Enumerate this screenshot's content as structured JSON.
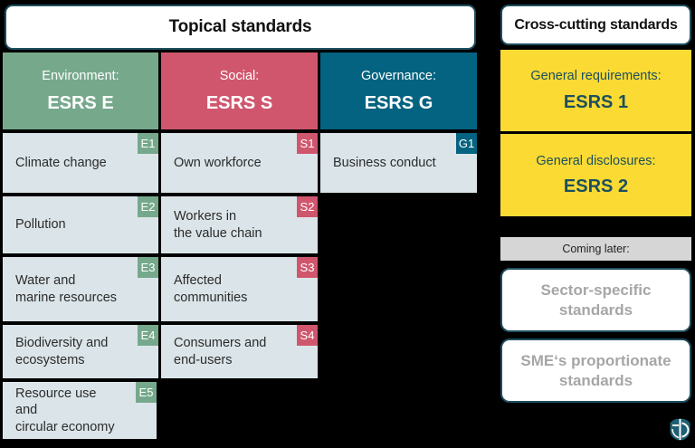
{
  "headers": {
    "topical": "Topical standards",
    "cross_cutting": "Cross-cutting standards"
  },
  "pillars": [
    {
      "name": "environment",
      "category": "Environment:",
      "code": "ESRS E",
      "color": "#76a98c"
    },
    {
      "name": "social",
      "category": "Social:",
      "code": "ESRS S",
      "color": "#d0566e"
    },
    {
      "name": "governance",
      "category": "Governance:",
      "code": "ESRS G",
      "color": "#046380"
    }
  ],
  "cross_cutting": [
    {
      "category": "General requirements:",
      "code": "ESRS 1",
      "color": "#fada33"
    },
    {
      "category": "General disclosures:",
      "code": "ESRS 2",
      "color": "#fada33"
    }
  ],
  "topics": {
    "environment": [
      {
        "badge": "E1",
        "label": "Climate change"
      },
      {
        "badge": "E2",
        "label": "Pollution"
      },
      {
        "badge": "E3",
        "label": "Water and\nmarine resources"
      },
      {
        "badge": "E4",
        "label": "Biodiversity and\necosystems"
      },
      {
        "badge": "E5",
        "label": "Resource use and\ncircular economy"
      }
    ],
    "social": [
      {
        "badge": "S1",
        "label": "Own workforce"
      },
      {
        "badge": "S2",
        "label": "Workers in\nthe value chain"
      },
      {
        "badge": "S3",
        "label": "Affected\ncommunities"
      },
      {
        "badge": "S4",
        "label": "Consumers and\nend-users"
      }
    ],
    "governance": [
      {
        "badge": "G1",
        "label": "Business conduct"
      }
    ]
  },
  "coming_later": {
    "title": "Coming later:",
    "items": [
      {
        "label": "Sector-specific\nstandards"
      },
      {
        "label": "SME‘s proportionate\nstandards"
      }
    ]
  },
  "colors": {
    "cell_background": "#dbe5e9",
    "background": "#000000",
    "accent_teal": "#046380",
    "accent_yellow": "#fada33",
    "accent_green": "#76a98c",
    "accent_pink": "#d0566e",
    "muted_text": "#a6a6a6"
  },
  "logo": {
    "name": "organization-logo"
  }
}
